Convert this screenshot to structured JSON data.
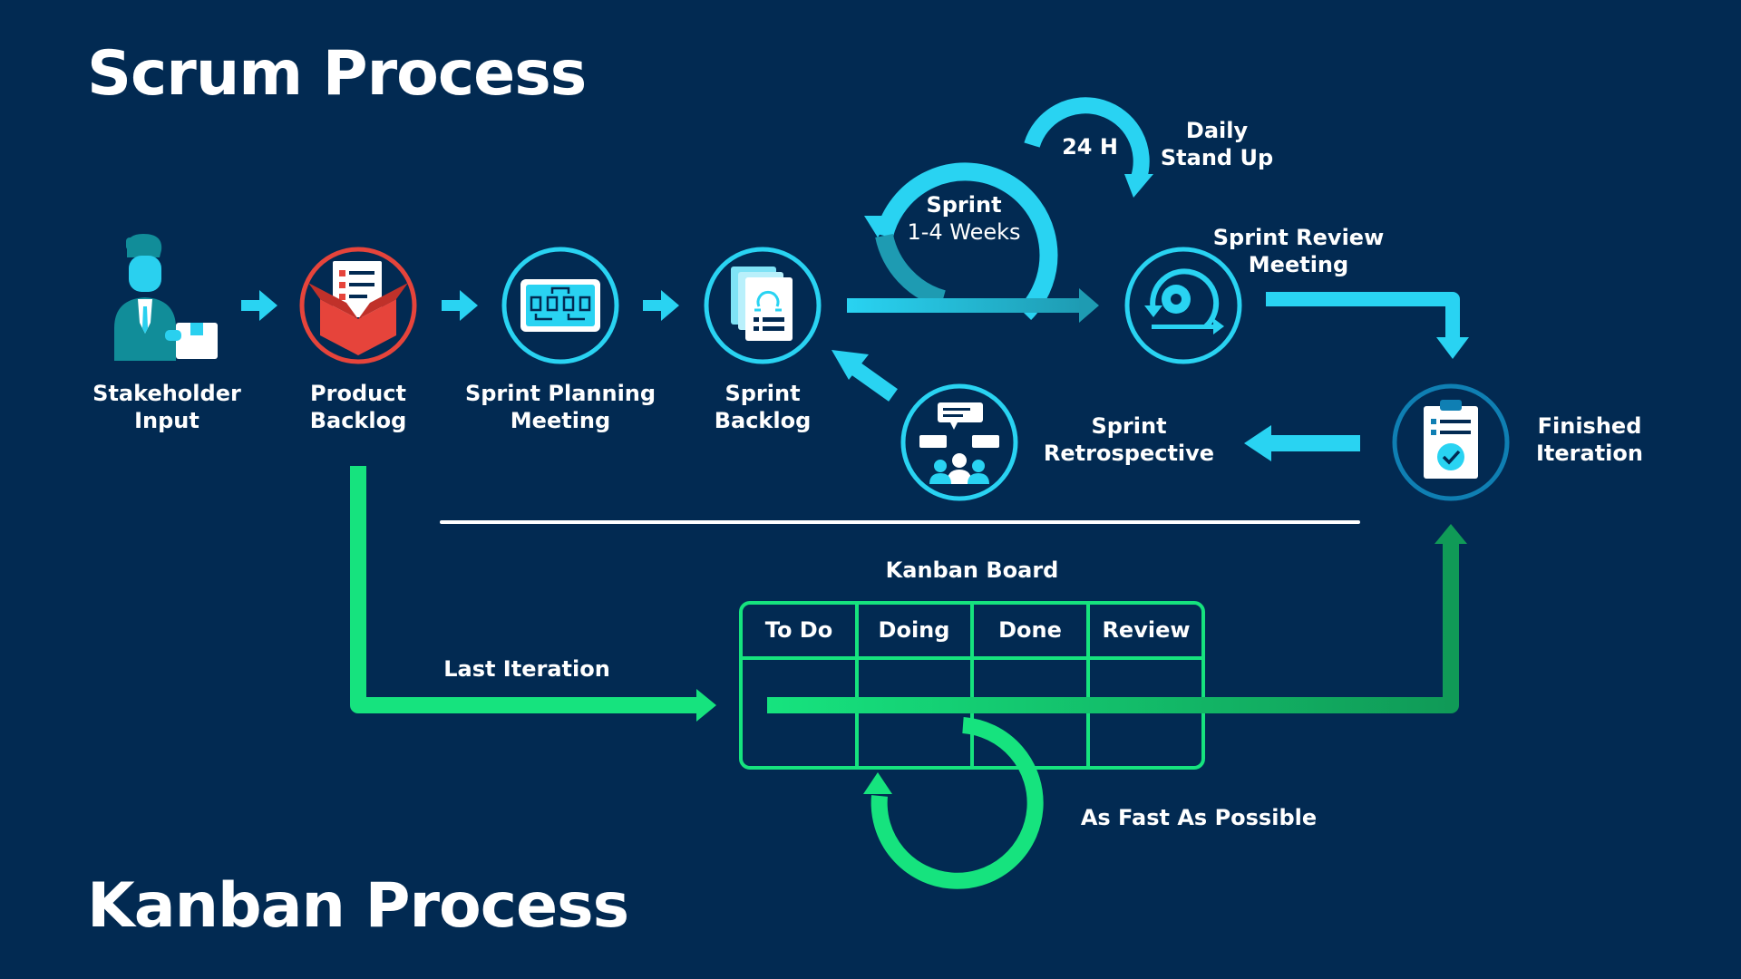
{
  "titles": {
    "scrum": "Scrum Process",
    "kanban": "Kanban Process"
  },
  "colors": {
    "background": "#022a52",
    "scrum_accent": "#29d3f2",
    "kanban_accent": "#16e37e",
    "backlog_accent": "#e6443b",
    "text": "#ffffff"
  },
  "nodes": {
    "stakeholder_input": {
      "line1": "Stakeholder",
      "line2": "Input",
      "icon": "stakeholder-icon"
    },
    "product_backlog": {
      "line1": "Product",
      "line2": "Backlog",
      "icon": "backlog-box-icon"
    },
    "sprint_planning": {
      "line1": "Sprint Planning",
      "line2": "Meeting",
      "icon": "planning-board-icon"
    },
    "sprint_backlog": {
      "line1": "Sprint",
      "line2": "Backlog",
      "icon": "document-stack-icon"
    },
    "sprint": {
      "line1": "Sprint",
      "line2": "1-4 Weeks"
    },
    "daily_cycle": {
      "label": "24 H"
    },
    "daily_standup": {
      "line1": "Daily",
      "line2": "Stand Up"
    },
    "sprint_review": {
      "line1": "Sprint Review",
      "line2": "Meeting",
      "icon": "gear-cycle-icon"
    },
    "finished_iteration": {
      "line1": "Finished",
      "line2": "Iteration",
      "icon": "clipboard-check-icon"
    },
    "sprint_retrospective": {
      "line1": "Sprint",
      "line2": "Retrospective",
      "icon": "team-discussion-icon"
    }
  },
  "kanban": {
    "board_title": "Kanban Board",
    "columns": [
      "To Do",
      "Doing",
      "Done",
      "Review"
    ],
    "last_iteration": "Last Iteration",
    "cycle_label": "As Fast As Possible"
  }
}
